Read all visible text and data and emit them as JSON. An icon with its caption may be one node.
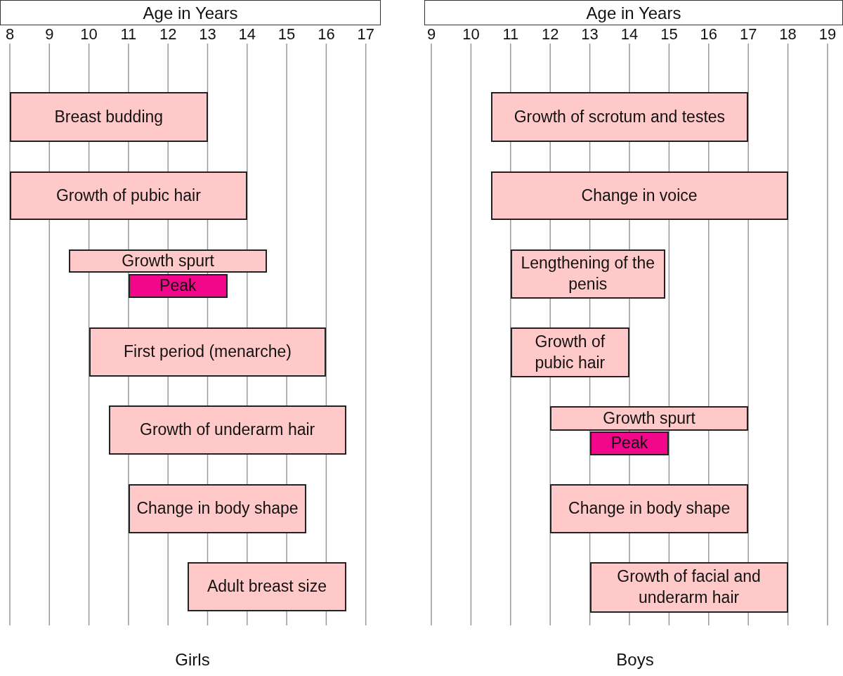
{
  "diagram": {
    "nodes": [
      {
        "text": [
          "Age in Years"
        ]
      },
      {
        "text": [
          "Breast budding"
        ]
      },
      {
        "text": [
          "Growth of pubic hair"
        ]
      },
      {
        "text": [
          "Growth spurt"
        ]
      },
      {
        "text": [
          "Peak"
        ]
      },
      {
        "text": [
          "First period (menarche)"
        ]
      },
      {
        "text": [
          "Growth of underarm hair"
        ]
      },
      {
        "text": [
          "Change in body shape"
        ]
      },
      {
        "text": [
          "Adult breast size"
        ]
      },
      {
        "text": [
          "Age in Years"
        ]
      },
      {
        "text": [
          "Growth of scrotum and testes"
        ]
      },
      {
        "text": [
          "Change in voice"
        ]
      },
      {
        "text": [
          "Lengthening of the penis"
        ]
      },
      {
        "text": [
          "Growth of pubic hair"
        ]
      },
      {
        "text": [
          "Growth spurt"
        ]
      },
      {
        "text": [
          "Peak"
        ]
      },
      {
        "text": [
          "Change in body shape"
        ]
      },
      {
        "text": [
          "Growth of facial and underarm hair"
        ]
      }
    ],
    "edges": [],
    "labels": [
      "8",
      "9",
      "10",
      "11",
      "12",
      "13",
      "14",
      "15",
      "16",
      "17",
      "9",
      "10",
      "11",
      "12",
      "13",
      "14",
      "15",
      "16",
      "17",
      "18",
      "19",
      "Girls",
      "Boys"
    ]
  }
}
